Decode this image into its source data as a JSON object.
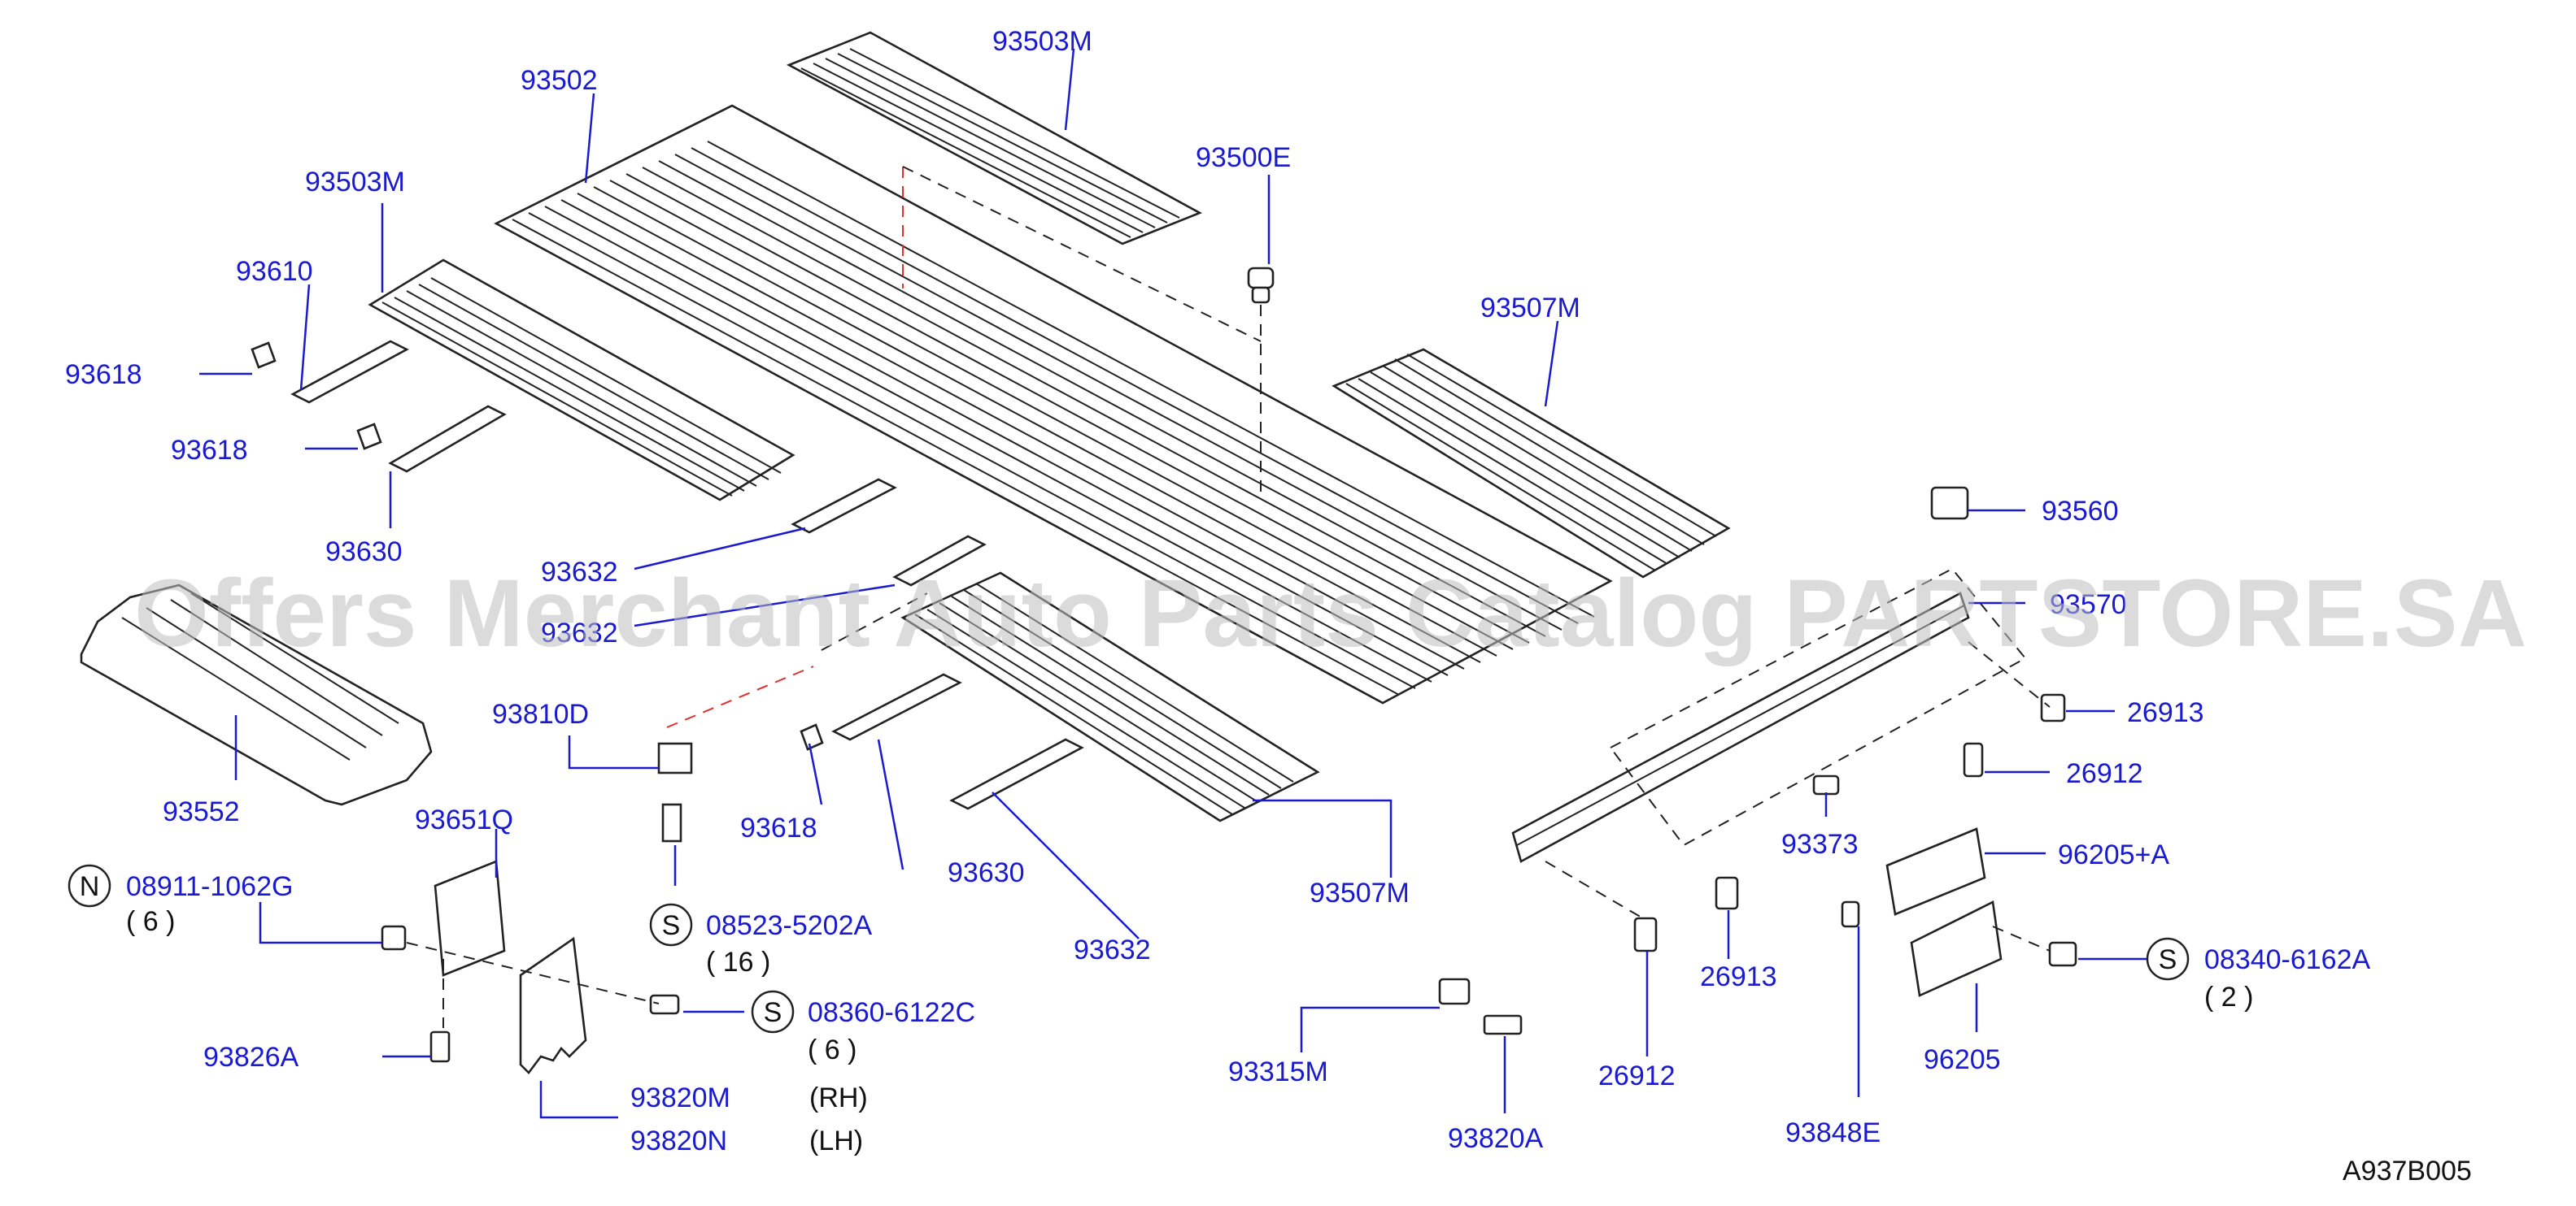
{
  "diagram": {
    "code": "A937B005",
    "watermark": "Offers Merchant Auto Parts Catalog PARTSTORE.SA",
    "colors": {
      "label": "#1a1ad0",
      "line": "#222222",
      "hidden_line": "#e03030",
      "watermark": "#bfbfbf"
    },
    "parts": {
      "p93503M_top": "93503M",
      "p93502": "93502",
      "p93503M_left": "93503M",
      "p93610": "93610",
      "p93618_a": "93618",
      "p93618_b": "93618",
      "p93630_a": "93630",
      "p93632_a": "93632",
      "p93632_b": "93632",
      "p93500E": "93500E",
      "p93507M_right": "93507M",
      "p93560": "93560",
      "p93570": "93570",
      "p93552": "93552",
      "p93810D": "93810D",
      "p93618_c": "93618",
      "p93630_b": "93630",
      "p93632_c": "93632",
      "p93507M_bottom": "93507M",
      "p26913_a": "26913",
      "p26912_a": "26912",
      "p93373": "93373",
      "p96205A": "96205+A",
      "p26913_b": "26913",
      "p26912_b": "26912",
      "p96205": "96205",
      "p93848E": "93848E",
      "p93651Q": "93651Q",
      "p93826A": "93826A",
      "p93820M": "93820M",
      "p93820N": "93820N",
      "p93315M": "93315M",
      "p93820A": "93820A"
    },
    "fasteners": {
      "f1": {
        "prefix": "N",
        "number": "08911-1062G",
        "qty": "( 6 )"
      },
      "f2": {
        "prefix": "S",
        "number": "08523-5202A",
        "qty": "( 16 )"
      },
      "f3": {
        "prefix": "S",
        "number": "08360-6122C",
        "qty": "( 6 )"
      },
      "f4": {
        "prefix": "S",
        "number": "08340-6162A",
        "qty": "( 2 )"
      }
    },
    "sides": {
      "rh": "(RH)",
      "lh": "(LH)"
    }
  }
}
